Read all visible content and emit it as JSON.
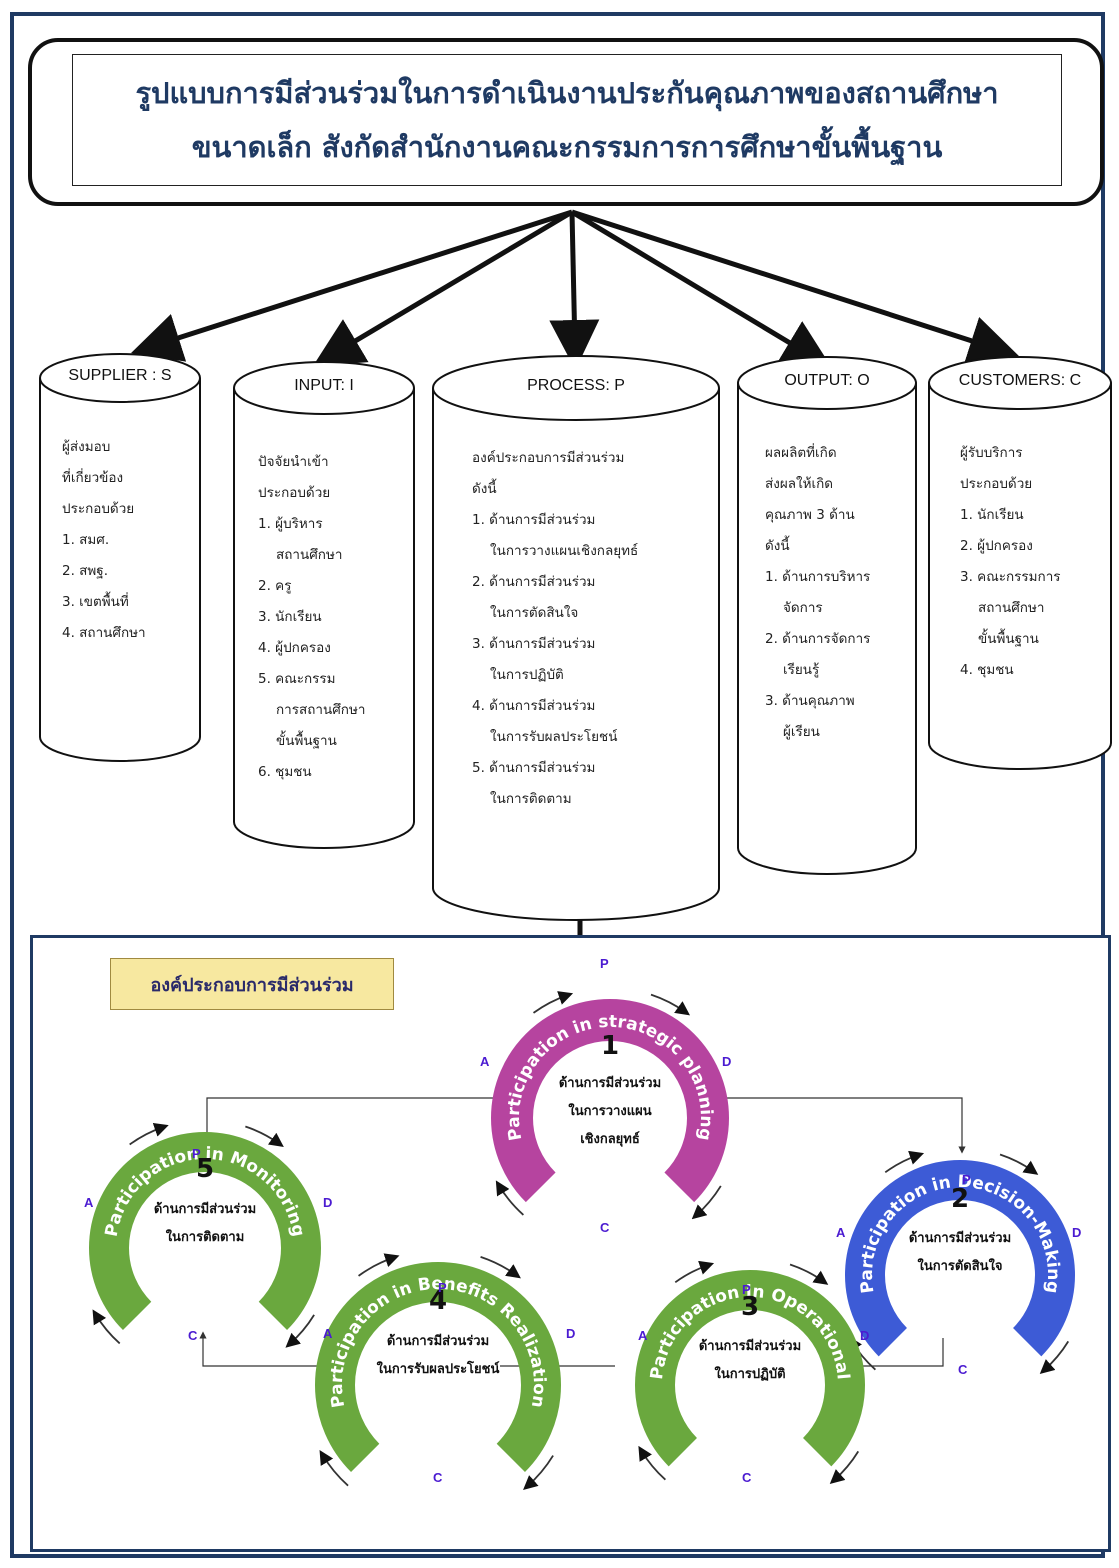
{
  "title": {
    "line1": "รูปแบบการมีส่วนร่วมในการดำเนินงานประกันคุณภาพของสถานศึกษา",
    "line2": "ขนาดเล็ก สังกัดสำนักงานคณะกรรมการการศึกษาขั้นพื้นฐาน"
  },
  "sipoc": [
    {
      "title": "SUPPLIER : S",
      "lines": [
        {
          "t": "ผู้ส่งมอบ",
          "i": false
        },
        {
          "t": "ที่เกี่ยวข้อง",
          "i": false
        },
        {
          "t": "ประกอบด้วย",
          "i": false
        },
        {
          "t": "1. สมศ.",
          "i": false
        },
        {
          "t": "2. สพฐ.",
          "i": false
        },
        {
          "t": "3. เขตพื้นที่",
          "i": false
        },
        {
          "t": "4. สถานศึกษา",
          "i": false
        }
      ]
    },
    {
      "title": "INPUT: I",
      "lines": [
        {
          "t": "ปัจจัยนำเข้า",
          "i": false
        },
        {
          "t": "ประกอบด้วย",
          "i": false
        },
        {
          "t": "1. ผู้บริหาร",
          "i": false
        },
        {
          "t": "สถานศึกษา",
          "i": true
        },
        {
          "t": "2. ครู",
          "i": false
        },
        {
          "t": "3. นักเรียน",
          "i": false
        },
        {
          "t": "4. ผู้ปกครอง",
          "i": false
        },
        {
          "t": "5. คณะกรรม",
          "i": false
        },
        {
          "t": "การสถานศึกษา",
          "i": true
        },
        {
          "t": "ขั้นพื้นฐาน",
          "i": true
        },
        {
          "t": "6. ชุมชน",
          "i": false
        }
      ]
    },
    {
      "title": "PROCESS: P",
      "lines": [
        {
          "t": "องค์ประกอบการมีส่วนร่วม",
          "i": false
        },
        {
          "t": "ดังนี้",
          "i": false
        },
        {
          "t": "1. ด้านการมีส่วนร่วม",
          "i": false
        },
        {
          "t": "ในการวางแผนเชิงกลยุทธ์",
          "i": true
        },
        {
          "t": "2. ด้านการมีส่วนร่วม",
          "i": false
        },
        {
          "t": "ในการตัดสินใจ",
          "i": true
        },
        {
          "t": "3. ด้านการมีส่วนร่วม",
          "i": false
        },
        {
          "t": "ในการปฏิบัติ",
          "i": true
        },
        {
          "t": "4. ด้านการมีส่วนร่วม",
          "i": false
        },
        {
          "t": "ในการรับผลประโยชน์",
          "i": true
        },
        {
          "t": "5. ด้านการมีส่วนร่วม",
          "i": false
        },
        {
          "t": "ในการติดตาม",
          "i": true
        }
      ]
    },
    {
      "title": "OUTPUT: O",
      "lines": [
        {
          "t": "ผลผลิตที่เกิด",
          "i": false
        },
        {
          "t": "ส่งผลให้เกิด",
          "i": false
        },
        {
          "t": "คุณภาพ 3 ด้าน",
          "i": false
        },
        {
          "t": "ดังนี้",
          "i": false
        },
        {
          "t": "1. ด้านการบริหาร",
          "i": false
        },
        {
          "t": "จัดการ",
          "i": true
        },
        {
          "t": "2. ด้านการจัดการ",
          "i": false
        },
        {
          "t": "เรียนรู้",
          "i": true
        },
        {
          "t": "3. ด้านคุณภาพ",
          "i": false
        },
        {
          "t": "ผู้เรียน",
          "i": true
        }
      ]
    },
    {
      "title": "CUSTOMERS: C",
      "lines": [
        {
          "t": "ผู้รับบริการ",
          "i": false
        },
        {
          "t": "ประกอบด้วย",
          "i": false
        },
        {
          "t": "1. นักเรียน",
          "i": false
        },
        {
          "t": "2. ผู้ปกครอง",
          "i": false
        },
        {
          "t": "3. คณะกรรมการ",
          "i": false
        },
        {
          "t": "สถานศึกษา",
          "i": true
        },
        {
          "t": "ขั้นพื้นฐาน",
          "i": true
        },
        {
          "t": "4. ชุมชน",
          "i": false
        }
      ]
    }
  ],
  "components_label": "องค์ประกอบการมีส่วนร่วม",
  "components": [
    {
      "num": "1",
      "arc_text": "Participation in strategic planning",
      "line1": "ด้านการมีส่วนร่วม",
      "line2": "ในการวางแผน",
      "line3": "เชิงกลยุทธ์",
      "color": "#b6449f"
    },
    {
      "num": "2",
      "arc_text": "Participation in Decision-Making",
      "line1": "ด้านการมีส่วนร่วม",
      "line2": "ในการตัดสินใจ",
      "line3": "",
      "color": "#3d5bd6"
    },
    {
      "num": "3",
      "arc_text": "Participation in Operational",
      "line1": "ด้านการมีส่วนร่วม",
      "line2": "ในการปฏิบัติ",
      "line3": "",
      "color": "#6aa83e"
    },
    {
      "num": "4",
      "arc_text": "Participation in Benefits Realization",
      "line1": "ด้านการมีส่วนร่วม",
      "line2": "ในการรับผลประโยชน์",
      "line3": "",
      "color": "#6aa83e"
    },
    {
      "num": "5",
      "arc_text": "Participation in Monitoring",
      "line1": "ด้านการมีส่วนร่วม",
      "line2": "ในการติดตาม",
      "line3": "",
      "color": "#6aa83e"
    }
  ],
  "pdca": {
    "p": "P",
    "d": "D",
    "c": "C",
    "a": "A"
  }
}
